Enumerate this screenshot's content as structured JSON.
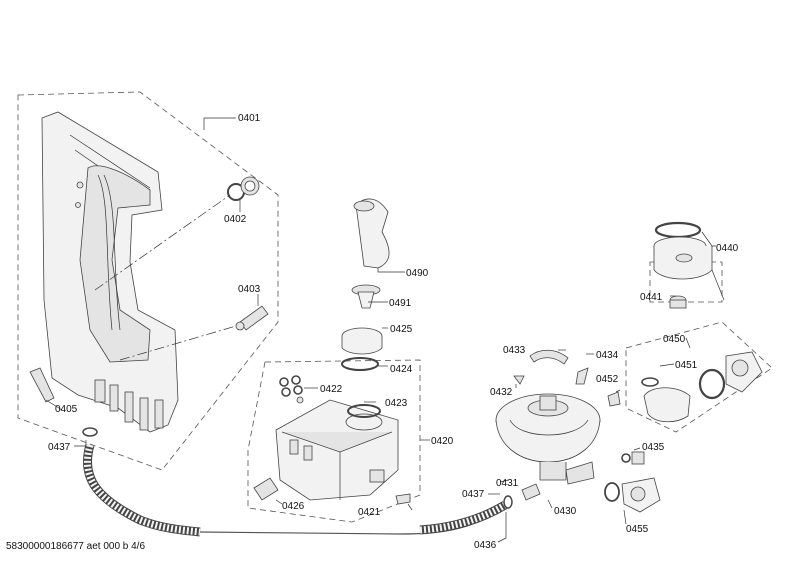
{
  "labels": {
    "l0401": "0401",
    "l0402": "0402",
    "l0403": "0403",
    "l0405": "0405",
    "l0437a": "0437",
    "l0490": "0490",
    "l0491": "0491",
    "l0425": "0425",
    "l0424": "0424",
    "l0422": "0422",
    "l0423": "0423",
    "l0420": "0420",
    "l0426": "0426",
    "l0421": "0421",
    "l0433": "0433",
    "l0434": "0434",
    "l0432": "0432",
    "l0452": "0452",
    "l0440": "0440",
    "l0441": "0441",
    "l0450": "0450",
    "l0451": "0451",
    "l0435": "0435",
    "l0431": "0431",
    "l0437b": "0437",
    "l0430": "0430",
    "l0455": "0455",
    "l0436": "0436"
  },
  "footer": "58300000186677 aet 000 b 4/6"
}
